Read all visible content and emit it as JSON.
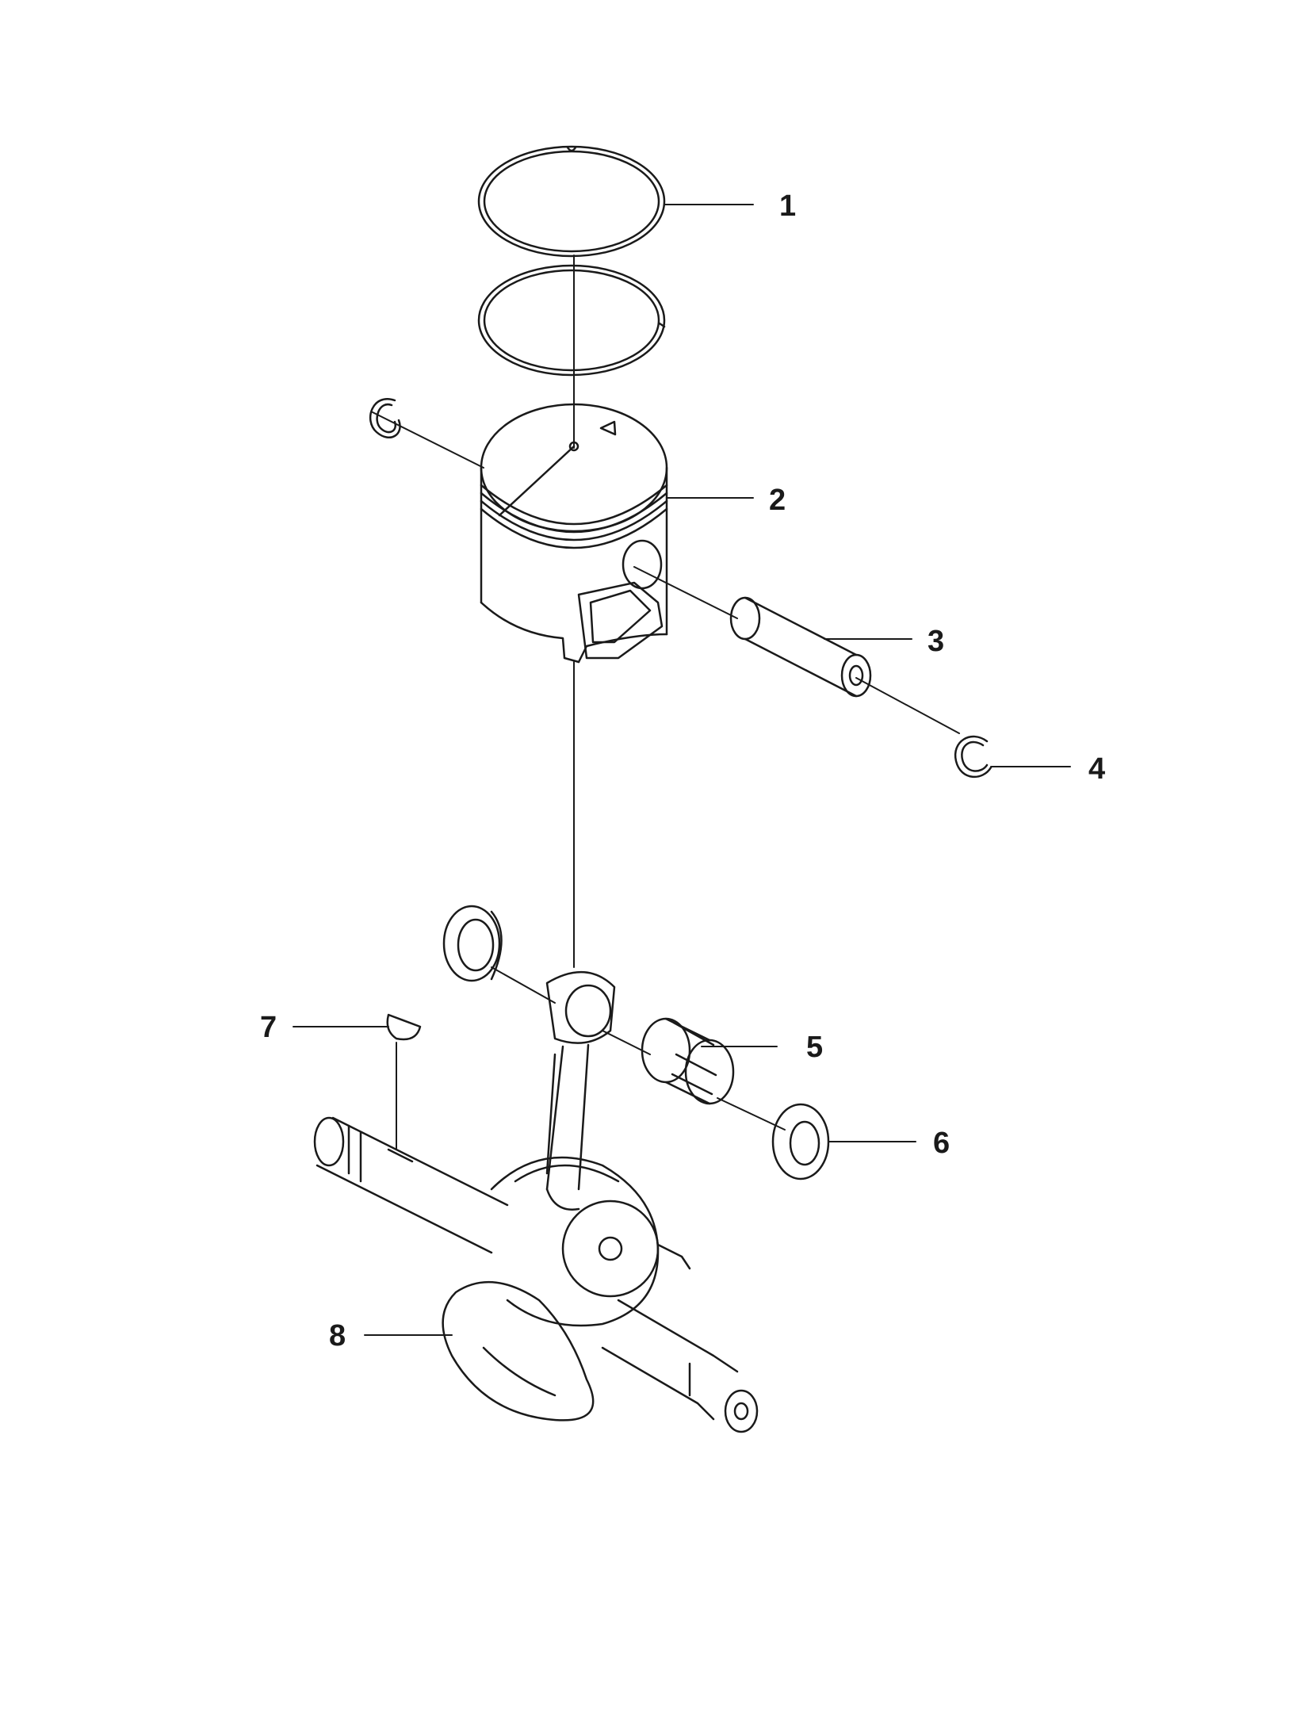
{
  "diagram": {
    "type": "exploded-parts-view",
    "line_color": "#1a1a1a",
    "background": "#ffffff",
    "callouts": [
      {
        "id": "1",
        "label": "1",
        "part": "piston-ring"
      },
      {
        "id": "2",
        "label": "2",
        "part": "piston"
      },
      {
        "id": "3",
        "label": "3",
        "part": "piston-pin"
      },
      {
        "id": "4",
        "label": "4",
        "part": "circlip"
      },
      {
        "id": "5",
        "label": "5",
        "part": "needle-bearing"
      },
      {
        "id": "6",
        "label": "6",
        "part": "thrust-washer"
      },
      {
        "id": "7",
        "label": "7",
        "part": "woodruff-key"
      },
      {
        "id": "8",
        "label": "8",
        "part": "crankshaft"
      }
    ]
  }
}
